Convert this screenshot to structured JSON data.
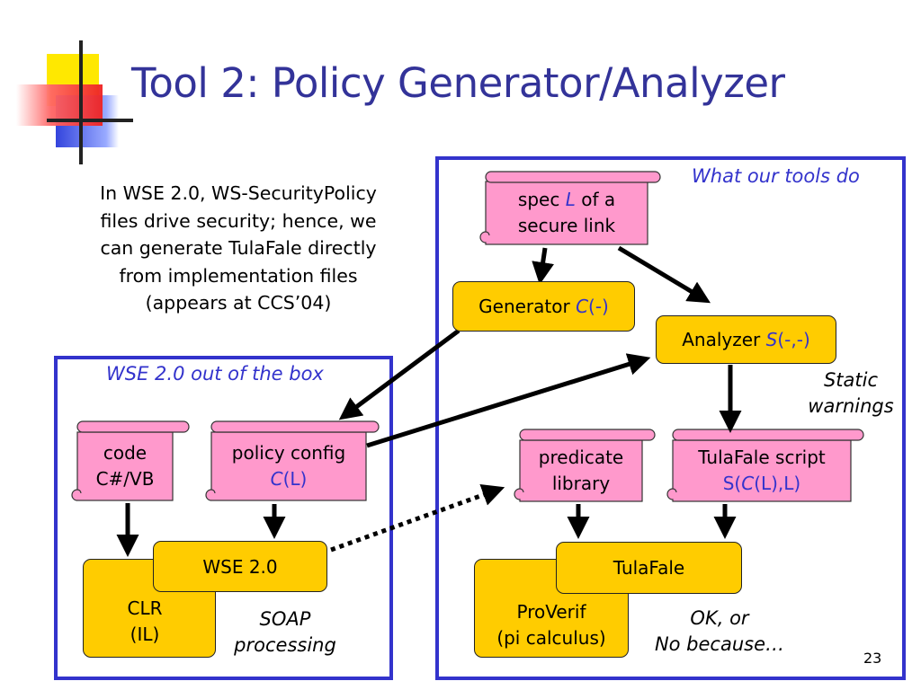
{
  "title": "Tool 2: Policy Generator/Analyzer",
  "intro": {
    "lines": [
      "In WSE 2.0, WS-SecurityPolicy",
      "files drive security; hence, we",
      "can generate TulaFale directly",
      "from implementation files",
      "(appears at CCS’04)"
    ]
  },
  "left_panel": {
    "caption": "WSE 2.0 out of the box",
    "code_scroll": {
      "line1": "code",
      "line2": "C#/VB"
    },
    "policy_scroll": {
      "line1": "policy config",
      "line2_a": "C",
      "line2_b": "(L)"
    },
    "clr": {
      "line1": "CLR",
      "line2": "(IL)"
    },
    "wse": "WSE 2.0",
    "soap_note": {
      "line1": "SOAP",
      "line2": "processing"
    }
  },
  "right_panel": {
    "caption": "What our tools do",
    "spec_scroll": {
      "a": "spec ",
      "b": "L",
      "c": " of a",
      "line2": "secure link"
    },
    "generator": {
      "a": "Generator ",
      "b": "C",
      "c": "(-)"
    },
    "analyzer": {
      "a": "Analyzer ",
      "b": "S",
      "c": "(-,-)"
    },
    "static_note": {
      "line1": "Static",
      "line2": "warnings"
    },
    "predicate_scroll": {
      "line1": "predicate",
      "line2": "library"
    },
    "tulafale_script": {
      "line1": "TulaFale script",
      "a": "S(",
      "b": "C",
      "c": "(L),L)"
    },
    "tulafale": "TulaFale",
    "proverif": {
      "line1": "ProVerif",
      "line2": "(pi calculus)"
    },
    "ok_note": {
      "line1": "OK, or",
      "line2": "No because…"
    }
  },
  "page_number": "23",
  "colors": {
    "title": "#333399",
    "frame": "#3333cc",
    "scroll_fill": "#ff99cc",
    "box_fill": "#ffcc00",
    "logo_yellow": "#ffdd00",
    "logo_red": "#ff3333",
    "logo_blue": "#4444dd"
  }
}
